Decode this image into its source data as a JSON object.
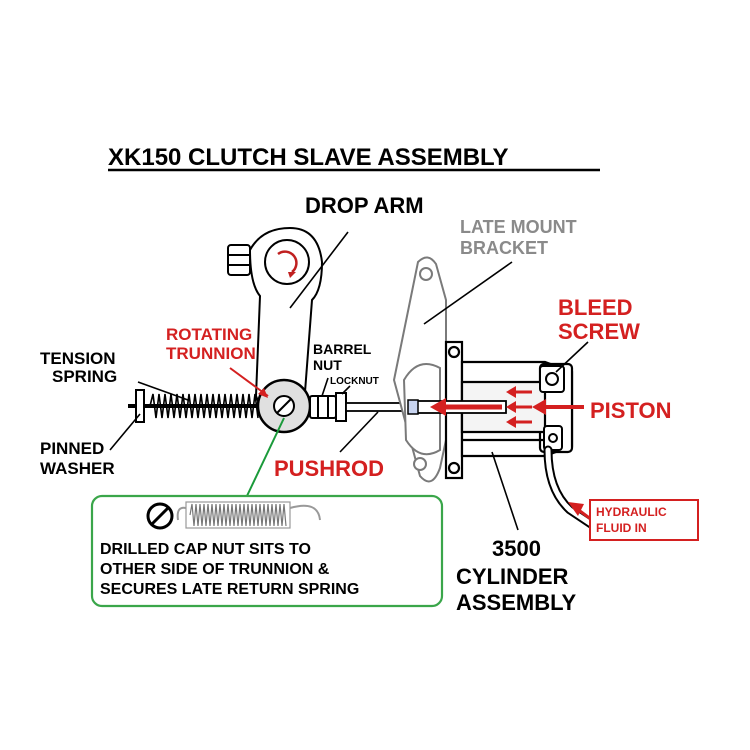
{
  "title": "XK150 CLUTCH SLAVE ASSEMBLY",
  "labels": {
    "drop_arm": "DROP ARM",
    "late_mount_1": "LATE MOUNT",
    "late_mount_2": "BRACKET",
    "bleed_1": "BLEED",
    "bleed_2": "SCREW",
    "rotating_1": "ROTATING",
    "rotating_2": "TRUNNION",
    "barrel_1": "BARREL",
    "barrel_2": "NUT",
    "locknut": "LOCKNUT",
    "tension_1": "TENSION",
    "tension_2": "SPRING",
    "pinned_1": "PINNED",
    "pinned_2": "WASHER",
    "piston": "PISTON",
    "pushrod": "PUSHROD",
    "hydraulic_1": "HYDRAULIC",
    "hydraulic_2": "FLUID IN",
    "cylinder_1": "3500",
    "cylinder_2": "CYLINDER",
    "cylinder_3": "ASSEMBLY"
  },
  "note": {
    "line1": "DRILLED  CAP NUT SITS TO",
    "line2": "OTHER SIDE OF TRUNNION &",
    "line3": "SECURES LATE RETURN SPRING"
  },
  "colors": {
    "black": "#000000",
    "red": "#d42020",
    "gray": "#8a8a8a",
    "green": "#1a9a3a",
    "note_border": "#3aa64a"
  }
}
